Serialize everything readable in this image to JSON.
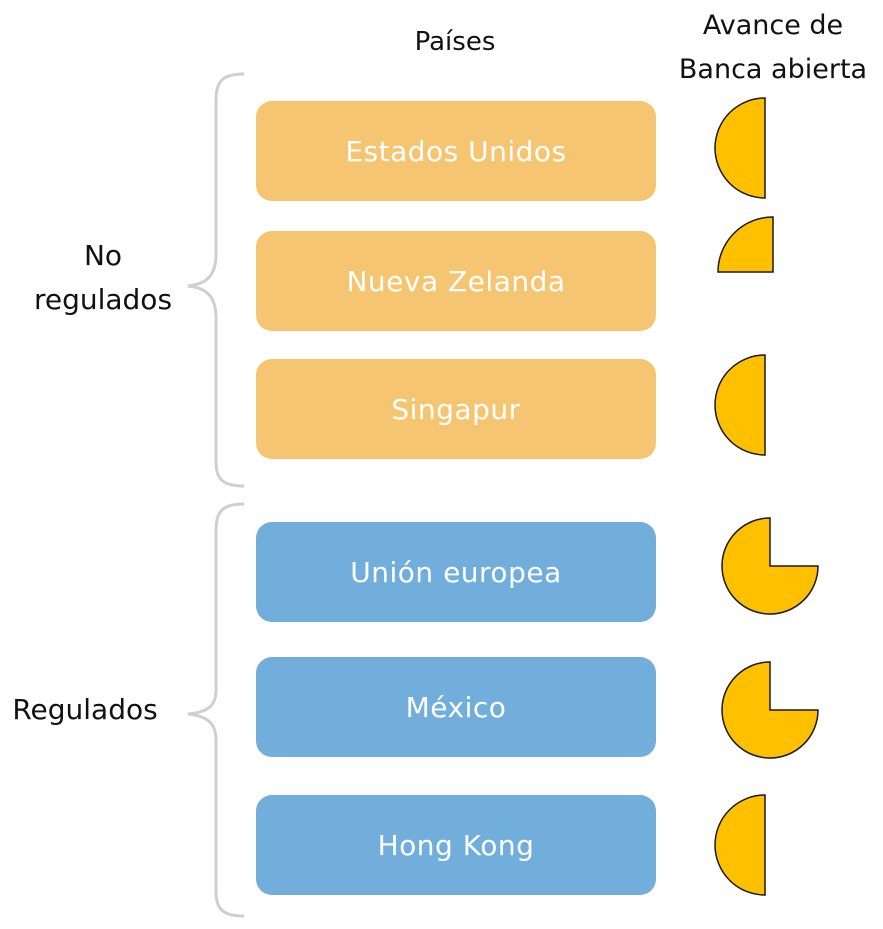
{
  "headers": {
    "paises": "Países",
    "avance_line1": "Avance de",
    "avance_line2": "Banca abierta"
  },
  "groups": {
    "no_regulados": {
      "line1": "No",
      "line2": "regulados"
    },
    "regulados": {
      "label": "Regulados"
    }
  },
  "colors": {
    "no_regulados_box": "#F5C572",
    "regulados_box": "#72AEDB",
    "pie_fill": "#FFC000",
    "pie_stroke": "#1a1a1a",
    "brace": "#cfcfcf"
  },
  "countries": [
    {
      "name": "Estados Unidos",
      "group": "no_regulados",
      "progress": 0.5
    },
    {
      "name": "Nueva Zelanda",
      "group": "no_regulados",
      "progress": 0.25
    },
    {
      "name": "Singapur",
      "group": "no_regulados",
      "progress": 0.5
    },
    {
      "name": "Unión europea",
      "group": "regulados",
      "progress": 0.75
    },
    {
      "name": "México",
      "group": "regulados",
      "progress": 0.75
    },
    {
      "name": "Hong Kong",
      "group": "regulados",
      "progress": 0.5
    }
  ]
}
